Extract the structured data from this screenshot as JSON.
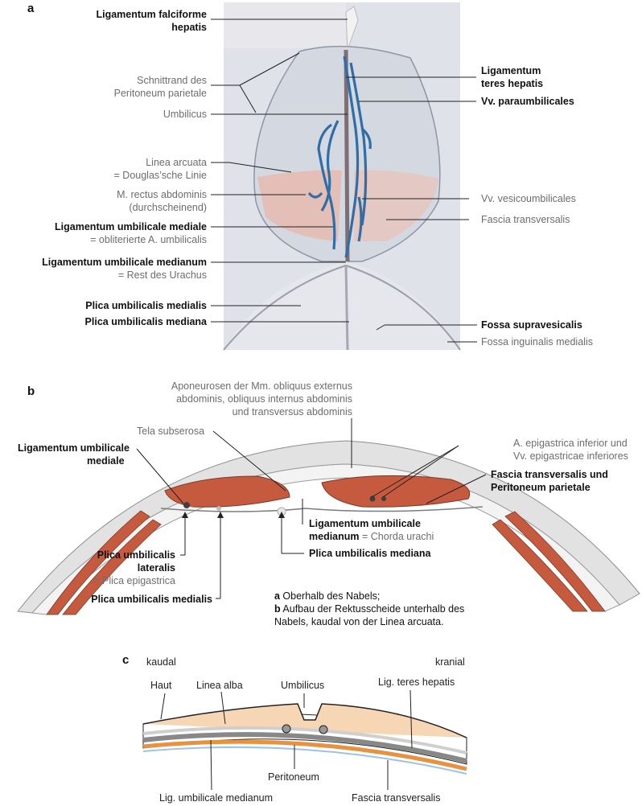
{
  "panels": {
    "a": "a",
    "b": "b",
    "c": "c"
  },
  "a": {
    "left": [
      {
        "l1": "Ligamentum falciforme",
        "l2": "hepatis",
        "bold": true
      },
      {
        "l1": "Schnittrand des",
        "l2": "Peritoneum parietale",
        "bold": false
      },
      {
        "l1": "Umbilicus",
        "bold": false
      },
      {
        "l1": "Linea arcuata",
        "l2": "= Douglas’sche Linie",
        "bold": false
      },
      {
        "l1": "M. rectus abdominis",
        "l2": "(durchscheinend)",
        "bold": false
      },
      {
        "l1": "Ligamentum umbilicale mediale",
        "l2": "= obliterierte A. umbilicalis",
        "bold": true
      },
      {
        "l1": "Ligamentum umbilicale medianum",
        "l2": "= Rest des Urachus",
        "bold": true
      },
      {
        "l1": "Plica umbilicalis medialis",
        "bold": true
      },
      {
        "l1": "Plica umbilicalis mediana",
        "bold": true
      }
    ],
    "right": [
      {
        "l1": "Ligamentum",
        "l2": "teres hepatis",
        "bold": true
      },
      {
        "l1": "Vv. paraumbilicales",
        "bold": true
      },
      {
        "l1": "Vv. vesicoumbilicales",
        "bold": false
      },
      {
        "l1": "Fascia transversalis",
        "bold": false
      },
      {
        "l1": "Fossa supravesicalis",
        "bold": true
      },
      {
        "l1": "Fossa inguinalis medialis",
        "bold": false
      }
    ]
  },
  "b": {
    "aponeurosen": [
      "Aponeurosen der Mm. obliquus externus",
      "abdominis, obliquus internus abdominis",
      "und transversus abdominis"
    ],
    "tela": "Tela subserosa",
    "lig_mediale": [
      "Ligamentum umbilicale",
      "mediale"
    ],
    "epigastrica": [
      "A. epigastrica inferior und",
      "Vv. epigastricae inferiores"
    ],
    "fascia": [
      "Fascia transversalis und",
      "Peritoneum parietale"
    ],
    "lig_medianum_bold": [
      "Ligamentum umbilicale",
      "medianum"
    ],
    "lig_medianum_gray": "= Chorda urachi",
    "plica_mediana": "Plica umbilicalis mediana",
    "plica_lateralis": [
      "Plica umbilicalis",
      "lateralis"
    ],
    "plica_lateralis_gray": "= Plica epigastrica",
    "plica_medialis": "Plica umbilicalis medialis",
    "caption": {
      "a_letter": "a",
      "a_text": " Oberhalb des Nabels;",
      "b_letter": "b",
      "b_text": " Aufbau der Rektusscheide unterhalb des",
      "b_text2": "Nabels, kaudal von der Linea arcuata."
    }
  },
  "c": {
    "kaudal": "kaudal",
    "kranial": "kranial",
    "haut": "Haut",
    "linea_alba": "Linea alba",
    "umbilicus": "Umbilicus",
    "lig_teres": "Lig. teres hepatis",
    "peritoneum": "Peritoneum",
    "lig_medianum": "Lig. umbilicale medianum",
    "fascia": "Fascia transversalis"
  },
  "colors": {
    "vessel": "#2f6ea6",
    "muscle": "#c65a3e",
    "photo_bg": "#dcdfe6",
    "orange_layer": "#e8913f",
    "blue_layer": "#9dc3e2"
  }
}
